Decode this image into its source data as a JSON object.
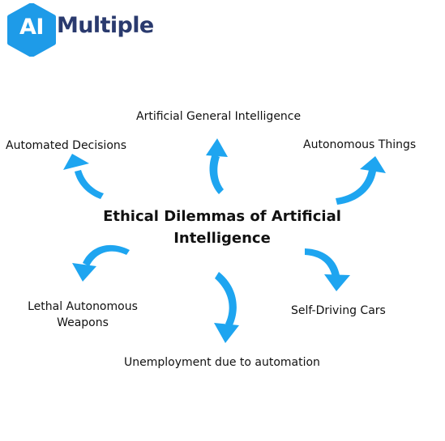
{
  "logo": {
    "badge_text": "AI",
    "word_text": "Multiple",
    "badge_color": "#1e9be8",
    "word_color": "#2a3a6e"
  },
  "diagram": {
    "center_line1": "Ethical Dilemmas of Artificial",
    "center_line2": "Intelligence",
    "arrow_color": "#1ea5f0",
    "nodes": {
      "agi": "Artificial General Intelligence",
      "automated_decisions": "Automated Decisions",
      "autonomous_things": "Autonomous Things",
      "lethal_weapons_line1": "Lethal Autonomous",
      "lethal_weapons_line2": "Weapons",
      "self_driving": "Self-Driving Cars",
      "unemployment": "Unemployment due to automation"
    }
  }
}
